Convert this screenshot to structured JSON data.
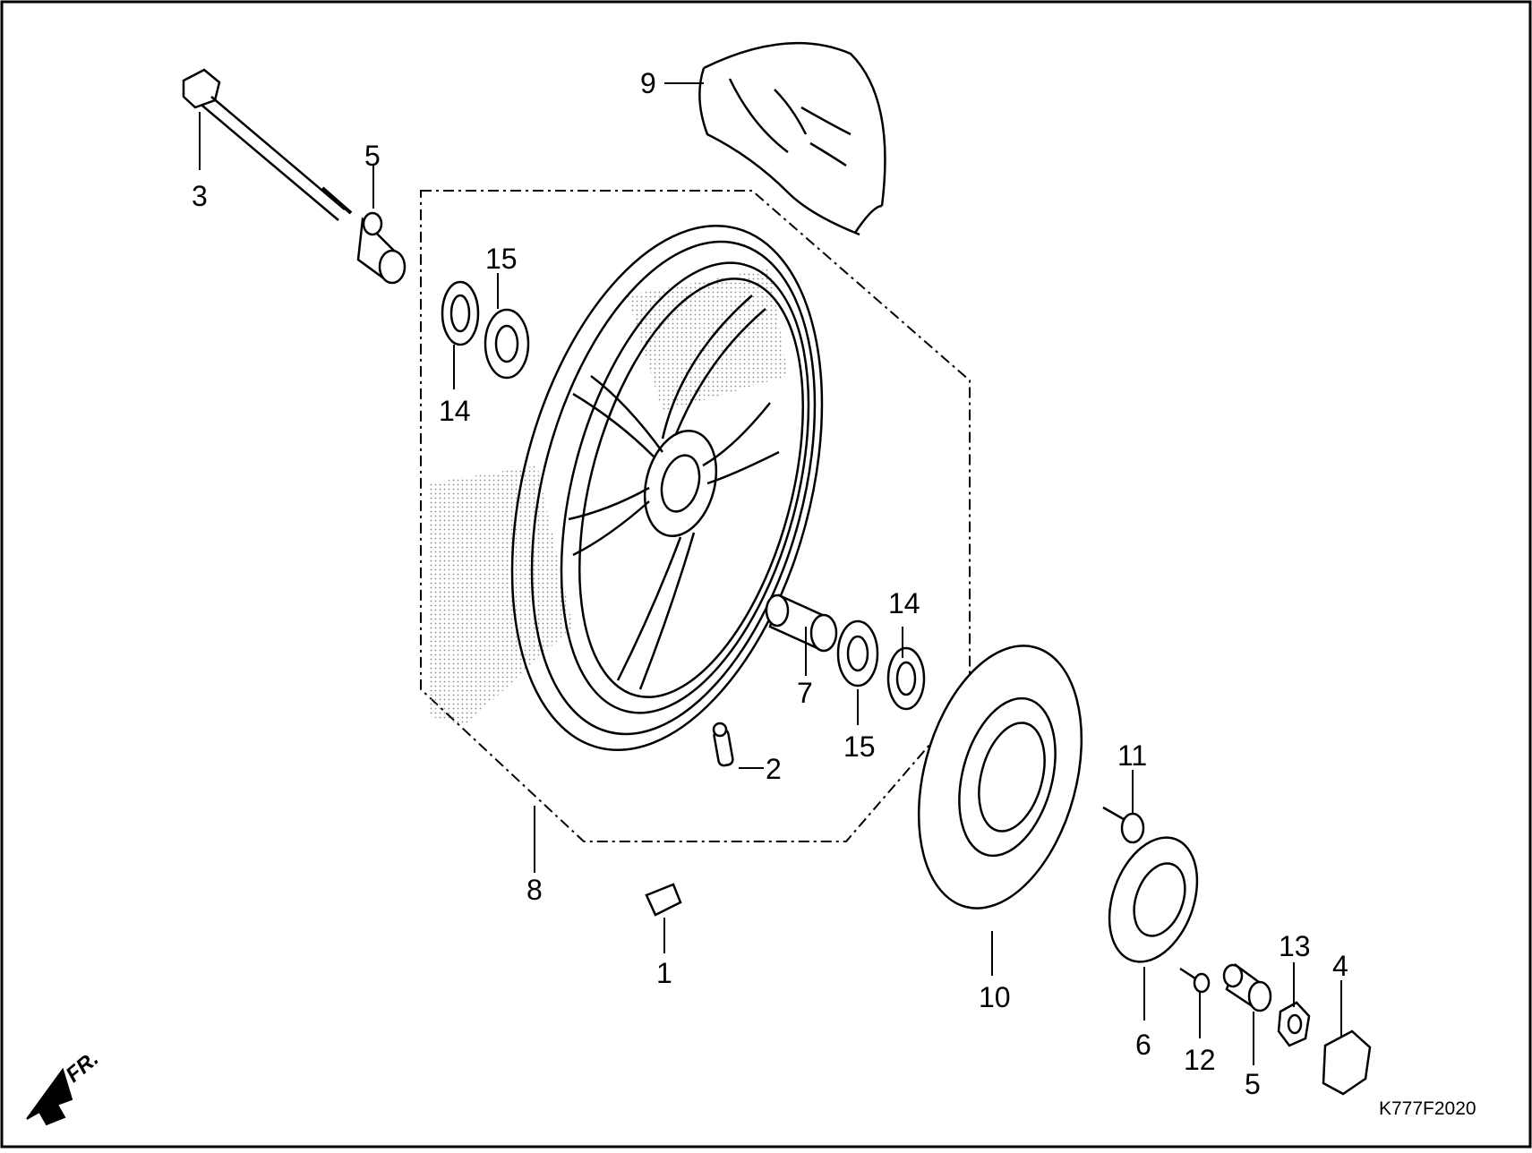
{
  "diagram": {
    "drawing_code": "K777F2020",
    "front_indicator": "FR.",
    "callouts": {
      "c1": "1",
      "c2": "2",
      "c3": "3",
      "c4": "4",
      "c5a": "5",
      "c5b": "5",
      "c6": "6",
      "c7": "7",
      "c8": "8",
      "c9": "9",
      "c10": "10",
      "c11": "11",
      "c12": "12",
      "c13": "13",
      "c14a": "14",
      "c14b": "14",
      "c15a": "15",
      "c15b": "15"
    }
  },
  "colors": {
    "line": "#000000",
    "background": "#ffffff",
    "stipple": "#9a9a9a"
  }
}
